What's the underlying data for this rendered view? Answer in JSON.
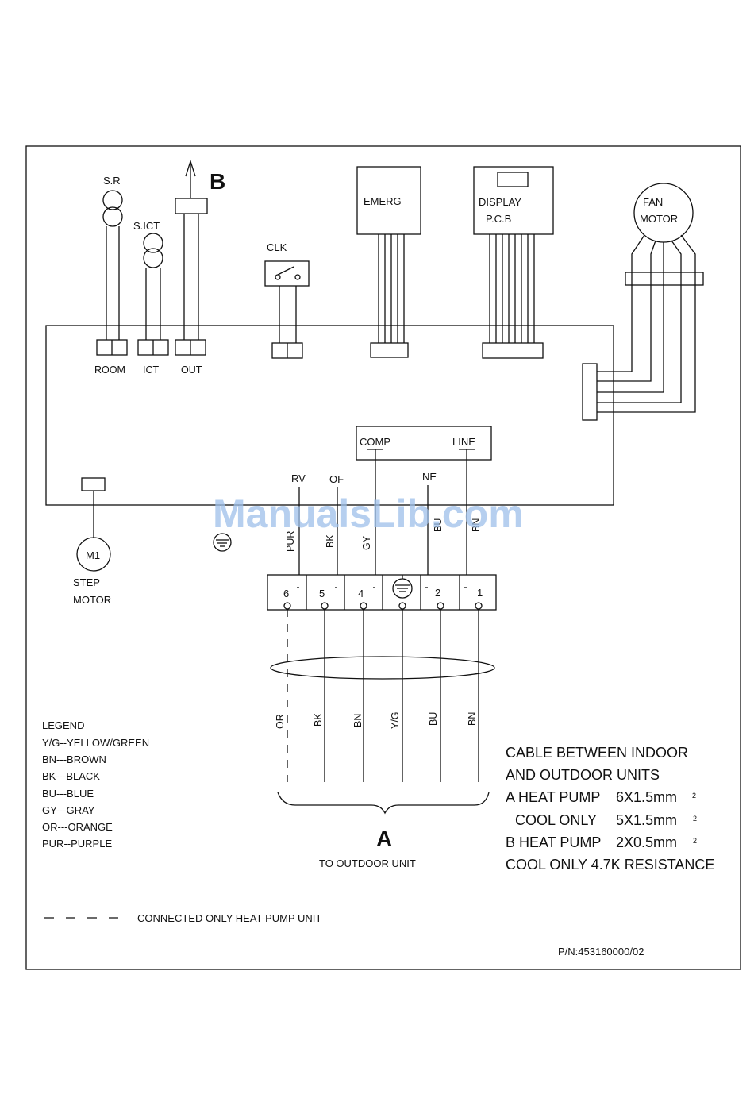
{
  "components": {
    "sr": "S.R",
    "sict": "S.ICT",
    "b_label": "B",
    "clk": "CLK",
    "emerg": "EMERG",
    "display_line1": "DISPLAY",
    "display_line2": "P.C.B",
    "fan_line1": "FAN",
    "fan_line2": "MOTOR",
    "room": "ROOM",
    "ict": "ICT",
    "out": "OUT",
    "comp": "COMP",
    "line": "LINE",
    "rv": "RV",
    "of": "OF",
    "ne": "NE",
    "m1": "M1",
    "step_line1": "STEP",
    "step_line2": "MOTOR"
  },
  "wire_colors_upper": [
    "PUR",
    "BK",
    "GY",
    "BU",
    "BN"
  ],
  "terminals": [
    "6",
    "5",
    "4",
    "2",
    "1"
  ],
  "wire_colors_lower": [
    "OR",
    "BK",
    "BN",
    "Y/G",
    "BU",
    "BN"
  ],
  "a_label": "A",
  "to_outdoor": "TO OUTDOOR UNIT",
  "legend": {
    "title": "LEGEND",
    "items": [
      "Y/G--YELLOW/GREEN",
      "BN---BROWN",
      "BK---BLACK",
      "BU---BLUE",
      "GY---GRAY",
      "OR---ORANGE",
      "PUR--PURPLE"
    ]
  },
  "cable_info": {
    "line1": "CABLE BETWEEN INDOOR",
    "line2": "AND OUTDOOR UNITS",
    "a_heat_label": "A HEAT PUMP",
    "a_heat_value": "6X1.5mm",
    "a_cool_label": "COOL ONLY",
    "a_cool_value": "5X1.5mm",
    "b_heat_label": "B HEAT PUMP",
    "b_heat_value": "2X0.5mm",
    "superscript": "2",
    "cool_only_resistance": "COOL ONLY 4.7K RESISTANCE"
  },
  "dashed_note": "CONNECTED ONLY HEAT-PUMP UNIT",
  "part_number": "P/N:453160000/02",
  "watermark": "ManualsLib.com"
}
